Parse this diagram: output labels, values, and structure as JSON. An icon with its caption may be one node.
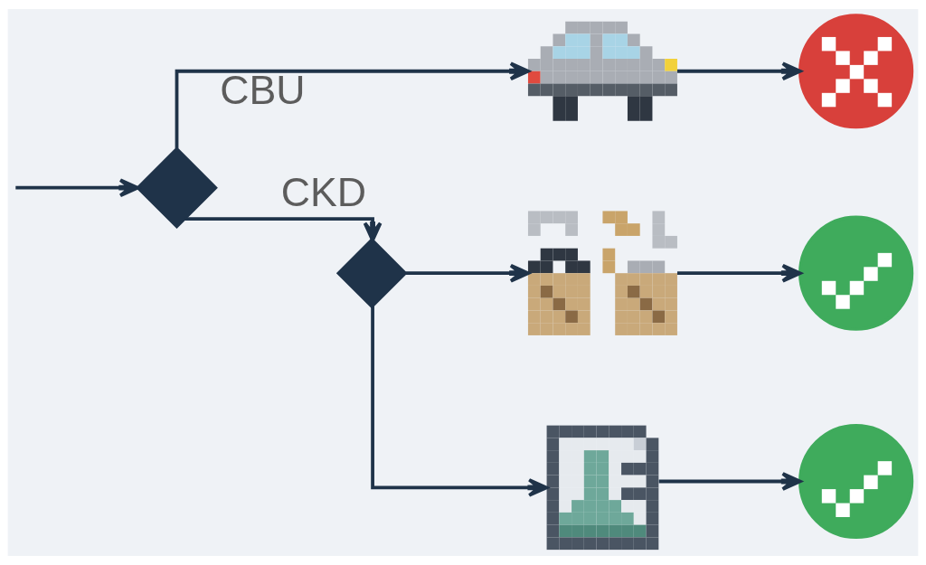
{
  "diagram": {
    "nodes": [
      {
        "text": [],
        "shape": "diamond"
      },
      {
        "text": [],
        "shape": "picture"
      },
      {
        "text": [],
        "shape": "circle"
      },
      {
        "text": [],
        "shape": "diamond"
      },
      {
        "text": [],
        "shape": "picture"
      },
      {
        "text": [],
        "shape": "circle"
      },
      {
        "text": [],
        "shape": "picture"
      },
      {
        "text": [],
        "shape": "circle"
      }
    ],
    "edges": [
      {
        "from": null,
        "to": 0,
        "arrow": "to"
      },
      {
        "from": 0,
        "to": 1,
        "label": "CBU",
        "arrow": "to"
      },
      {
        "from": 1,
        "to": 2,
        "arrow": "to"
      },
      {
        "from": 0,
        "to": 3,
        "label": "CKD",
        "arrow": "to"
      },
      {
        "from": 3,
        "to": 4,
        "arrow": "to"
      },
      {
        "from": 4,
        "to": 5,
        "arrow": "to"
      },
      {
        "from": 3,
        "to": 6,
        "arrow": "to"
      },
      {
        "from": 6,
        "to": 7,
        "arrow": "to"
      }
    ]
  }
}
